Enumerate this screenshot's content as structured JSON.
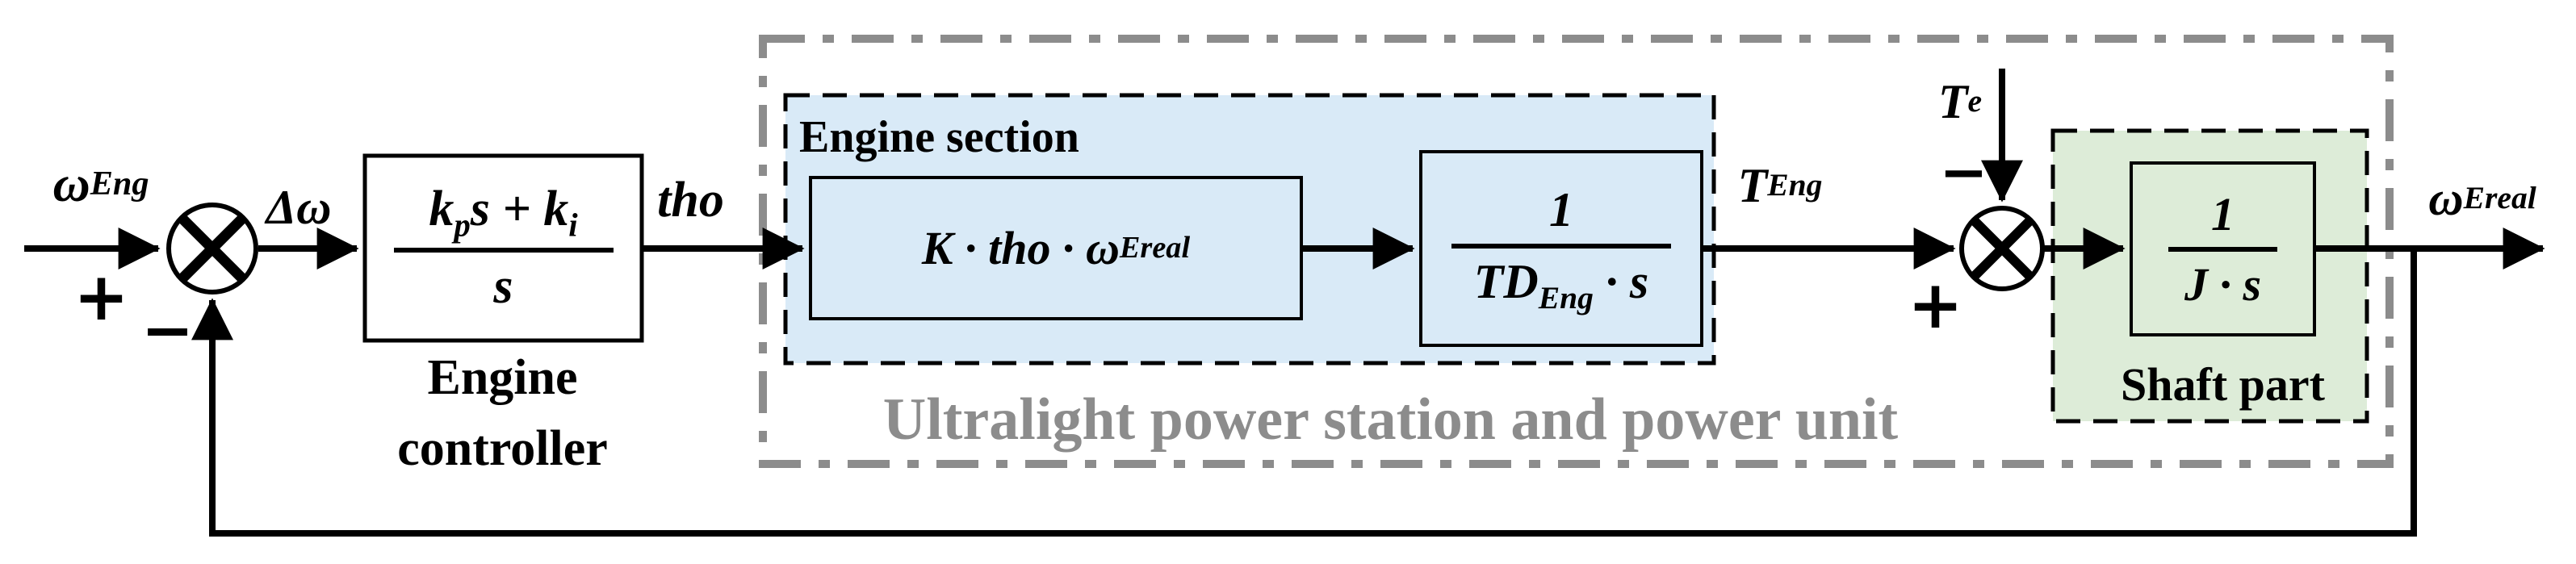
{
  "diagram": {
    "colors": {
      "engine_section_fill": "#d9eaf7",
      "shaft_part_fill": "#ddecd8",
      "outer_border": "#8c8c8c",
      "outer_label_color": "#8c8c8c"
    },
    "outer_box": {
      "label": "Ultralight power station and power unit"
    },
    "engine_section": {
      "label": "Engine section"
    },
    "shaft_part": {
      "label": "Shaft part"
    },
    "controller": {
      "caption_line1": "Engine",
      "caption_line2": "controller",
      "num_a": "k",
      "num_a_sub": "p",
      "num_b": "s + k",
      "num_b_sub": "i",
      "den": "s"
    },
    "engine_gain_block": {
      "expr": "K · tho · ω",
      "expr_sub": "Ereal"
    },
    "engine_lag_block": {
      "num": "1",
      "den_a": "TD",
      "den_a_sub": "Eng",
      "den_b": " · s"
    },
    "shaft_block": {
      "num": "1",
      "den": "J · s"
    },
    "signals": {
      "omega_eng": {
        "base": "ω",
        "sub": "Eng"
      },
      "delta_omega": "Δω",
      "tho": "tho",
      "t_eng": {
        "base": "T",
        "sub": "Eng"
      },
      "t_e": {
        "base": "T",
        "sub": "e"
      },
      "omega_ereal": {
        "base": "ω",
        "sub": "Ereal"
      }
    },
    "signs": {
      "sum1_plus": "+",
      "sum1_minus": "−",
      "sum2_minus": "−",
      "sum2_plus": "+"
    }
  }
}
